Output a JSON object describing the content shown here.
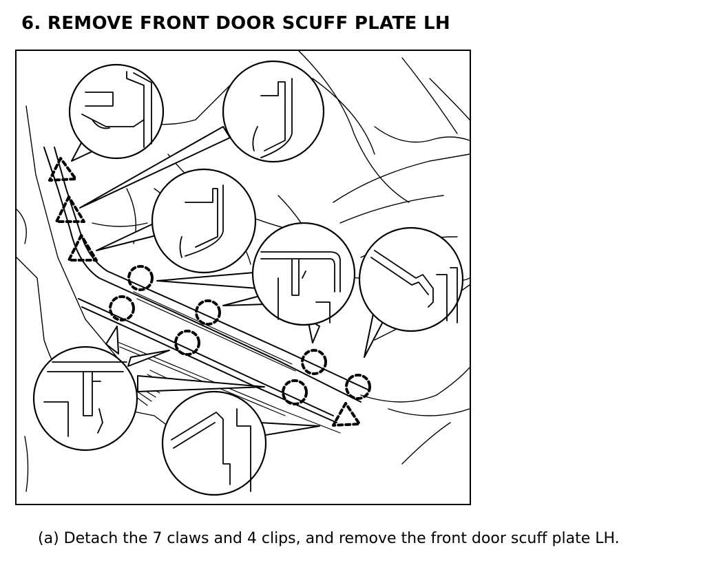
{
  "step": {
    "title": "6. REMOVE FRONT DOOR SCUFF PLATE LH"
  },
  "figure": {
    "claw_marker_count": 7,
    "clip_marker_count": 4,
    "icon": "scuff-plate-removal-diagram"
  },
  "instruction": {
    "text": "(a) Detach the 7 claws and 4 clips, and remove the front door scuff plate LH."
  }
}
